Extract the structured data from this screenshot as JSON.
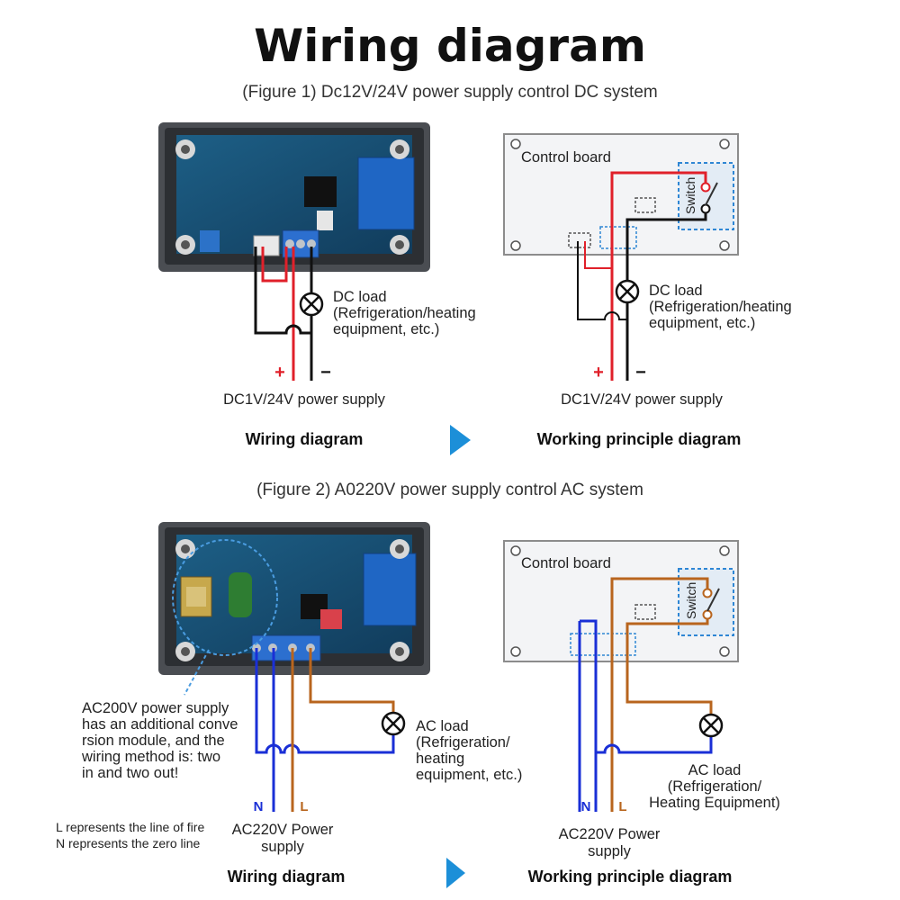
{
  "title": "Wiring diagram",
  "figure1": {
    "heading": "(Figure 1) Dc12V/24V power supply control DC system",
    "left": {
      "load_label": [
        "DC load",
        "(Refrigeration/heating",
        "equipment, etc.)"
      ],
      "plus": "+",
      "minus": "−",
      "supply": "DC1V/24V power supply",
      "caption": "Wiring diagram"
    },
    "right": {
      "board_label": "Control board",
      "switch_label": "Switch",
      "load_label": [
        "DC load",
        "(Refrigeration/heating",
        "equipment, etc.)"
      ],
      "plus": "+",
      "minus": "−",
      "supply": "DC1V/24V power supply",
      "caption": "Working principle diagram"
    }
  },
  "figure2": {
    "heading": "(Figure 2) A0220V power supply control AC system",
    "left": {
      "note": [
        "AC200V power supply",
        "has an additional conve",
        "rsion module, and the",
        "wiring method is: two",
        "in and two out!"
      ],
      "load_label": [
        "AC load",
        "(Refrigeration/",
        "heating",
        "equipment, etc.)"
      ],
      "n": "N",
      "l": "L",
      "legend": [
        "L represents the line of fire",
        "N represents the zero line"
      ],
      "supply": [
        "AC220V Power",
        "supply"
      ],
      "caption": "Wiring diagram"
    },
    "right": {
      "board_label": "Control board",
      "switch_label": "Switch",
      "load_label": [
        "AC load",
        "(Refrigeration/",
        "Heating Equipment)"
      ],
      "n": "N",
      "l": "L",
      "supply": [
        "AC220V Power",
        "supply"
      ],
      "caption": "Working principle diagram"
    }
  },
  "colors": {
    "positive": "#e0202a",
    "negative": "#111111",
    "neutral": "#1a2fd6",
    "live": "#b8651e",
    "arrow": "#1c8fd8",
    "switch_box": "#2e86d4"
  }
}
